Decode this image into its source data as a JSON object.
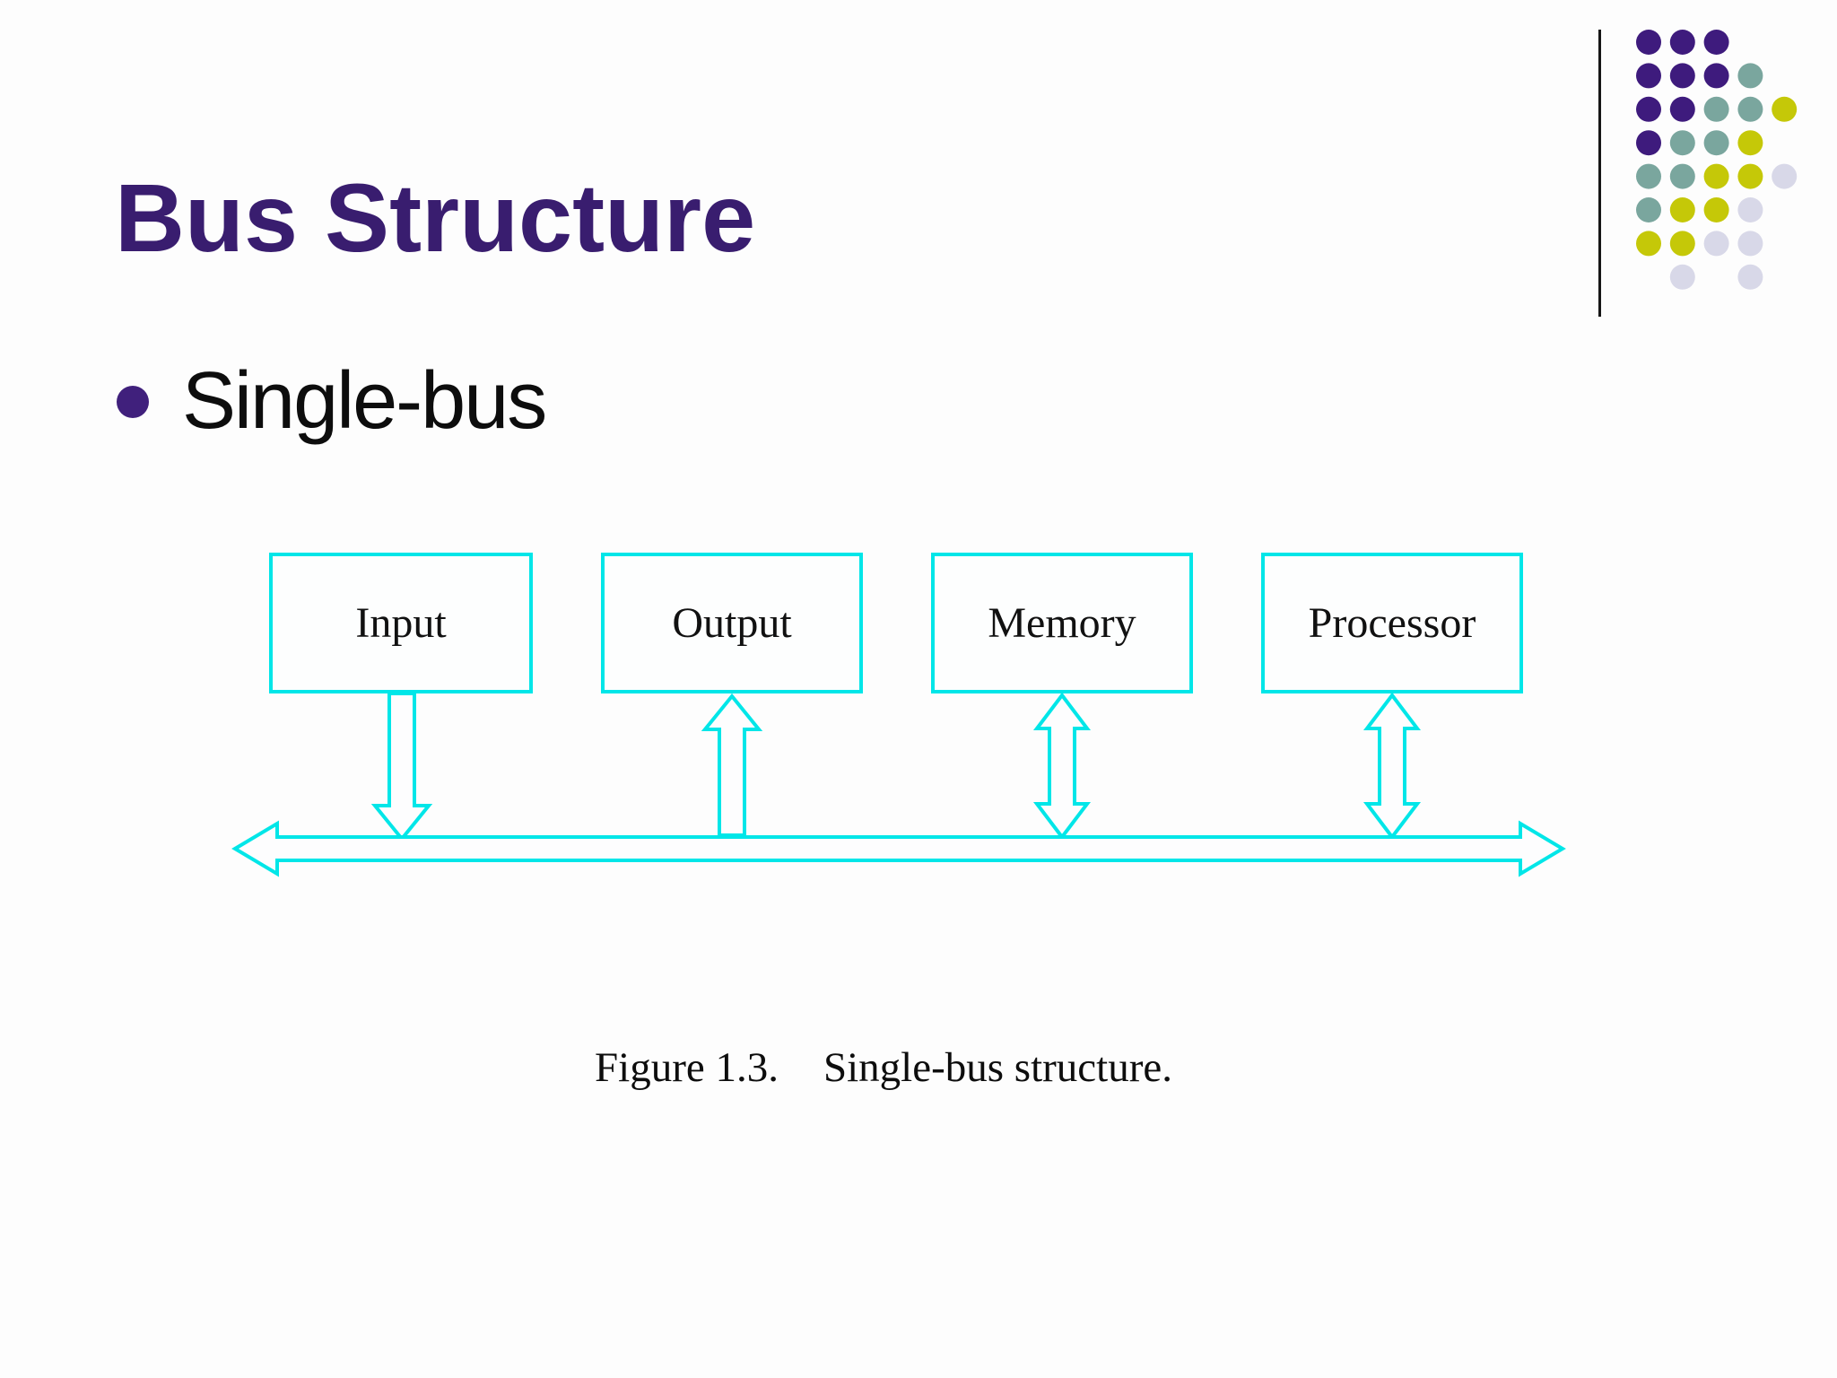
{
  "title": "Bus Structure",
  "bullet": {
    "label": "Single-bus"
  },
  "diagram": {
    "boxes": [
      {
        "label": "Input",
        "connection": "arrow-to-bus"
      },
      {
        "label": "Output",
        "connection": "arrow-from-bus"
      },
      {
        "label": "Memory",
        "connection": "arrow-bidirectional"
      },
      {
        "label": "Processor",
        "connection": "arrow-bidirectional"
      }
    ],
    "bus_type": "single-bus",
    "caption": {
      "figure_label": "Figure 1.3.",
      "text": "Single-bus structure."
    }
  },
  "colors": {
    "accent_cyan": "#00e6e8",
    "title_purple": "#391d6f",
    "bullet_purple": "#40207c",
    "text_black": "#111111",
    "box_fill": "#fdfefe",
    "arrow_fill": "#fdfdfe"
  },
  "decor": {
    "pattern": [
      "PPP..",
      "PPPT.",
      "PPTTY",
      "PTTY.",
      "TTYYL",
      "TYYL.",
      "YYLL.",
      ".L.L."
    ],
    "palette": {
      "P": "#3e1b7d",
      "T": "#7aa69e",
      "Y": "#c5c808",
      "L": "#d8d8e8"
    }
  }
}
